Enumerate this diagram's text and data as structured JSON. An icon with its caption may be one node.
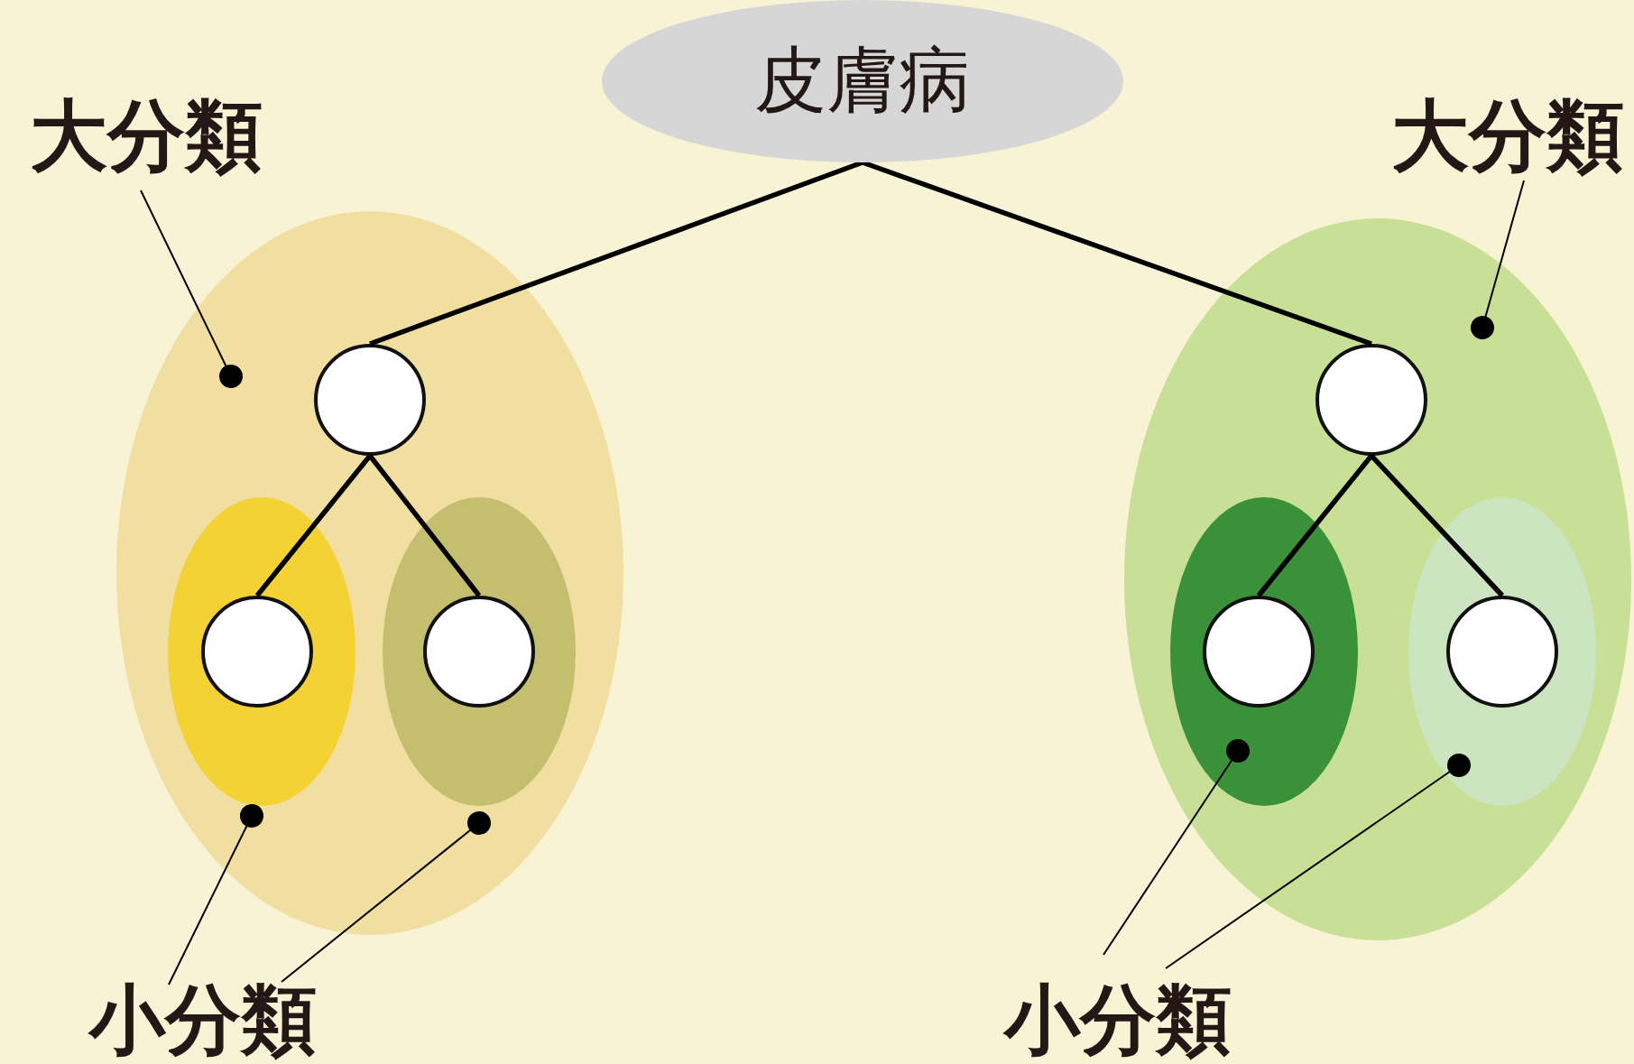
{
  "diagram": {
    "nodes": [
      {
        "text": [
          "皮膚病"
        ]
      },
      {
        "text": [
          "大分類"
        ]
      },
      {
        "text": [
          "大分類"
        ]
      },
      {
        "text": [],
        "shape": "ellipse"
      },
      {
        "text": [],
        "shape": "circle",
        "in": 3
      },
      {
        "text": [],
        "shape": "ellipse",
        "in": 3
      },
      {
        "text": [],
        "shape": "circle",
        "in": 5
      },
      {
        "text": [],
        "shape": "ellipse",
        "in": 3
      },
      {
        "text": [],
        "shape": "circle",
        "in": 7
      },
      {
        "text": [],
        "shape": "ellipse"
      },
      {
        "text": [],
        "shape": "circle",
        "in": 9
      },
      {
        "text": [],
        "shape": "ellipse",
        "in": 9
      },
      {
        "text": [],
        "shape": "circle",
        "in": 11
      },
      {
        "text": [],
        "shape": "ellipse",
        "in": 9
      },
      {
        "text": [],
        "shape": "circle",
        "in": 13
      },
      {
        "text": [
          "小分類"
        ]
      },
      {
        "text": [
          "小分類"
        ]
      }
    ],
    "edges": [
      {
        "from": 0,
        "to": 4,
        "arrow": "none",
        "style": "thick"
      },
      {
        "from": 0,
        "to": 10,
        "arrow": "none",
        "style": "thick"
      },
      {
        "from": 4,
        "to": 6,
        "arrow": "none",
        "style": "thick"
      },
      {
        "from": 4,
        "to": 8,
        "arrow": "none",
        "style": "thick"
      },
      {
        "from": 10,
        "to": 12,
        "arrow": "none",
        "style": "thick"
      },
      {
        "from": 10,
        "to": 14,
        "arrow": "none",
        "style": "thick"
      },
      {
        "from": 1,
        "to": 3,
        "arrow": "other"
      },
      {
        "from": 2,
        "to": 9,
        "arrow": "other"
      },
      {
        "from": 15,
        "to": 5,
        "arrow": "other"
      },
      {
        "from": 15,
        "to": 7,
        "arrow": "other"
      },
      {
        "from": 16,
        "to": 11,
        "arrow": "other"
      },
      {
        "from": 16,
        "to": 13,
        "arrow": "other"
      }
    ]
  }
}
